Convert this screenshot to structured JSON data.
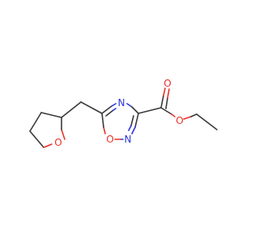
{
  "molecule": {
    "atoms": {
      "o_ring_thf": "O",
      "o_ring_oxadiazole": "O",
      "n_ring_top": "N",
      "n_ring_bottom": "N",
      "o_carbonyl": "O",
      "o_ester": "O"
    },
    "colors": {
      "carbon_bond": "#3a3a3a",
      "oxygen": "#e8332a",
      "nitrogen": "#2b36d9"
    }
  }
}
